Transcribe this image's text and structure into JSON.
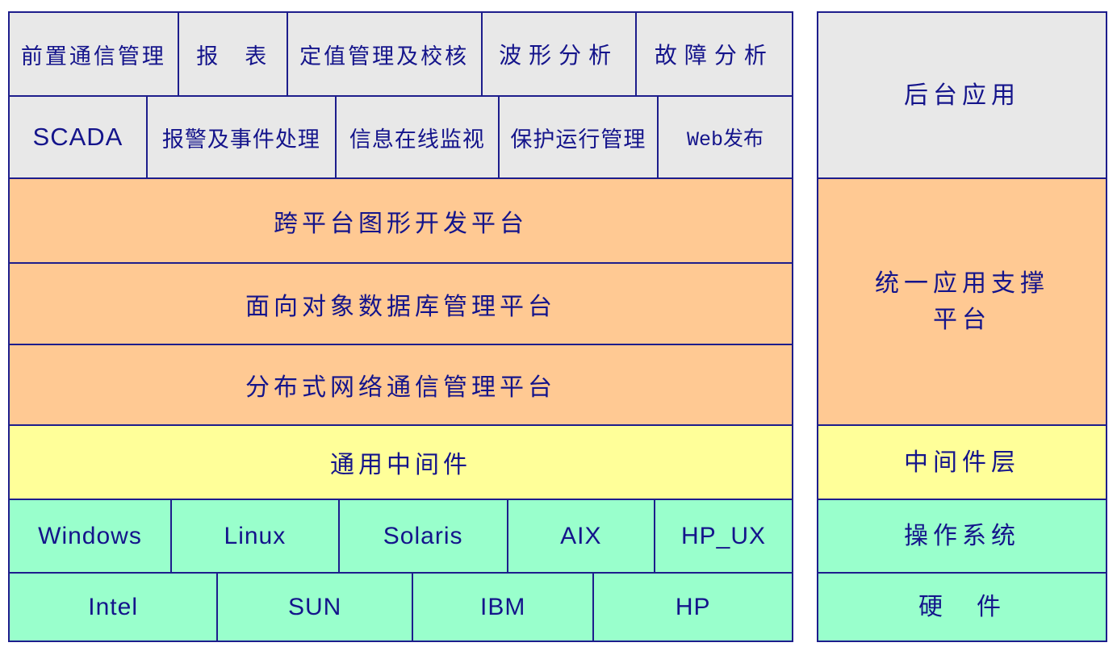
{
  "colors": {
    "background": "#ffffff",
    "line": "#1d1d8c",
    "text": "#14148b",
    "app_layer": "#e8e8e8",
    "platform_layer": "#ffc993",
    "middleware_layer": "#ffff99",
    "system_layer": "#99ffcc"
  },
  "left_stack": {
    "app_row_1": [
      "前置通信管理",
      "报　表",
      "定值管理及校核",
      "波形分析",
      "故障分析"
    ],
    "app_row_2": [
      "SCADA",
      "报警及事件处理",
      "信息在线监视",
      "保护运行管理",
      "Web发布"
    ],
    "platform_rows": [
      "跨平台图形开发平台",
      "面向对象数据库管理平台",
      "分布式网络通信管理平台"
    ],
    "middleware_row": "通用中间件",
    "os_row": [
      "Windows",
      "Linux",
      "Solaris",
      "AIX",
      "HP_UX"
    ],
    "hardware_row": [
      "Intel",
      "SUN",
      "IBM",
      "HP"
    ]
  },
  "right_stack": {
    "labels": [
      "后台应用",
      "统一应用支撑\n平台",
      "中间件层",
      "操作系统",
      "硬　件"
    ]
  }
}
